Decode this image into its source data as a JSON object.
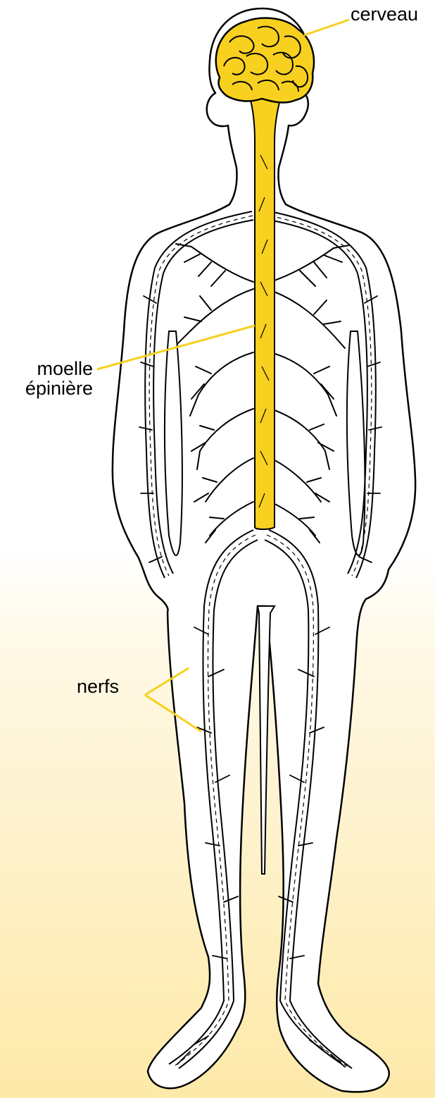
{
  "labels": {
    "brain": "cerveau",
    "spinal_cord_line1": "moelle",
    "spinal_cord_line2": "épinière",
    "nerves": "nerfs"
  },
  "colors": {
    "nervous_system": "#f7d020",
    "background_top": "#ffffff",
    "background_bottom": "#fde9a8",
    "outline": "#000000",
    "body_fill": "#ffffff"
  },
  "icons": [
    "brain-icon",
    "spinal-cord",
    "nerve-branches",
    "human-body-outline"
  ]
}
